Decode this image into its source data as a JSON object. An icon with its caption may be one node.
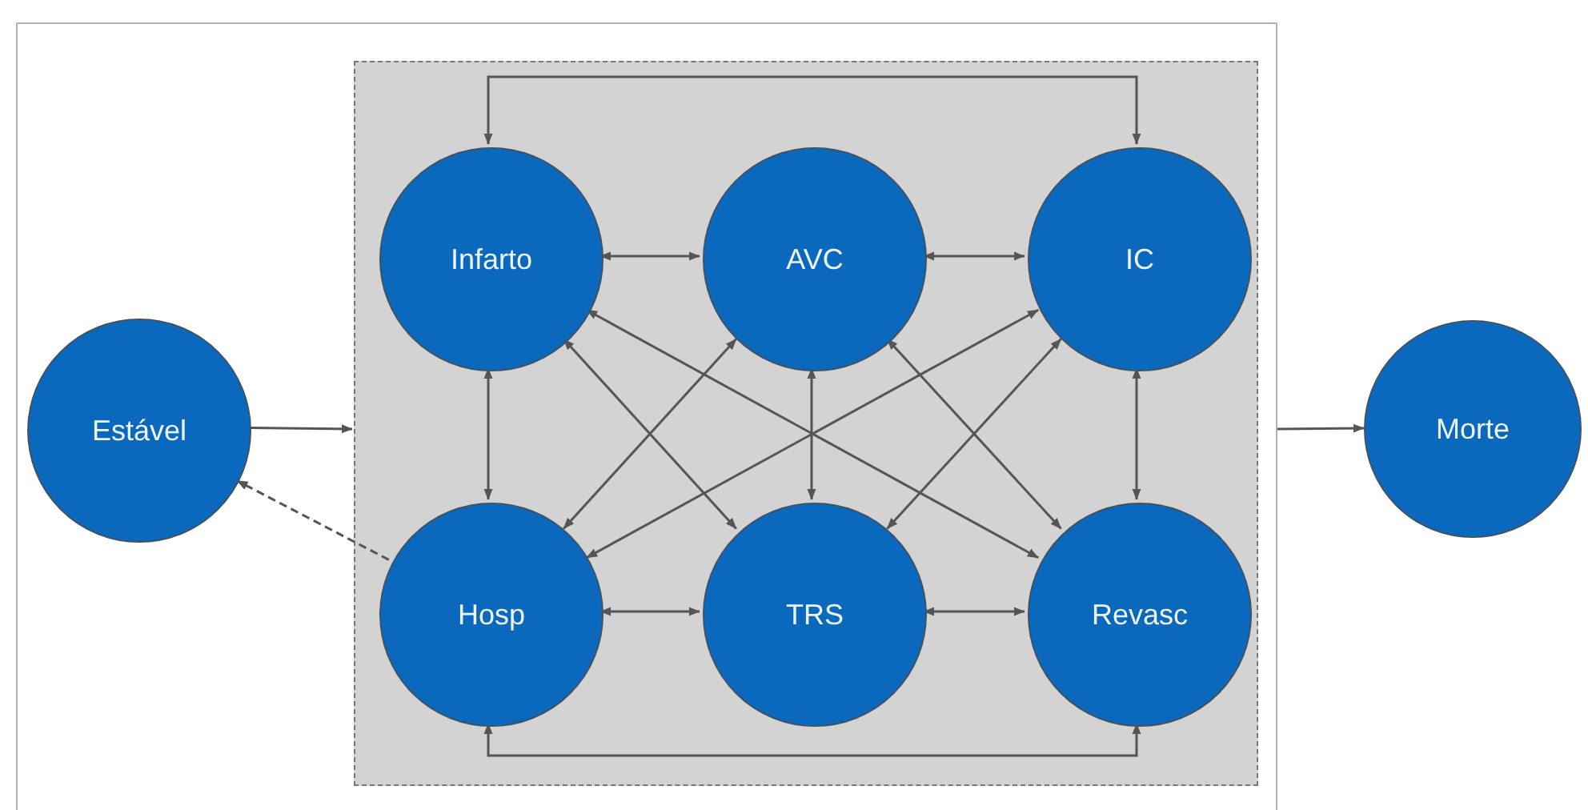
{
  "diagram": {
    "nodes": [
      {
        "text": [],
        "shape": "box"
      },
      {
        "text": [
          "Estável"
        ],
        "in": 0
      },
      {
        "text": [],
        "shape": "box",
        "in": 0
      },
      {
        "text": [
          "Infarto"
        ],
        "in": 2
      },
      {
        "text": [
          "AVC"
        ],
        "in": 2
      },
      {
        "text": [
          "IC"
        ],
        "in": 2
      },
      {
        "text": [
          "Hosp"
        ],
        "in": 2
      },
      {
        "text": [
          "TRS"
        ],
        "in": 2
      },
      {
        "text": [
          "Revasc"
        ],
        "in": 2
      },
      {
        "text": [
          "Morte"
        ]
      }
    ],
    "edges": [
      {
        "from": 1,
        "to": 2,
        "arrow": "to"
      },
      {
        "from": 6,
        "to": 1,
        "arrow": "to",
        "style": "dashed"
      },
      {
        "from": 3,
        "to": 4,
        "arrow": "both"
      },
      {
        "from": 4,
        "to": 5,
        "arrow": "both"
      },
      {
        "from": 3,
        "to": 5,
        "arrow": "both"
      },
      {
        "from": 3,
        "to": 6,
        "arrow": "both"
      },
      {
        "from": 4,
        "to": 7,
        "arrow": "both"
      },
      {
        "from": 5,
        "to": 8,
        "arrow": "both"
      },
      {
        "from": 3,
        "to": 7,
        "arrow": "both"
      },
      {
        "from": 3,
        "to": 8,
        "arrow": "both"
      },
      {
        "from": 4,
        "to": 6,
        "arrow": "both"
      },
      {
        "from": 4,
        "to": 8,
        "arrow": "both"
      },
      {
        "from": 5,
        "to": 6,
        "arrow": "both"
      },
      {
        "from": 5,
        "to": 7,
        "arrow": "both"
      },
      {
        "from": 6,
        "to": 7,
        "arrow": "both"
      },
      {
        "from": 7,
        "to": 8,
        "arrow": "both"
      },
      {
        "from": 6,
        "to": 8,
        "arrow": "both"
      },
      {
        "from": 0,
        "to": 9,
        "arrow": "to"
      }
    ]
  }
}
